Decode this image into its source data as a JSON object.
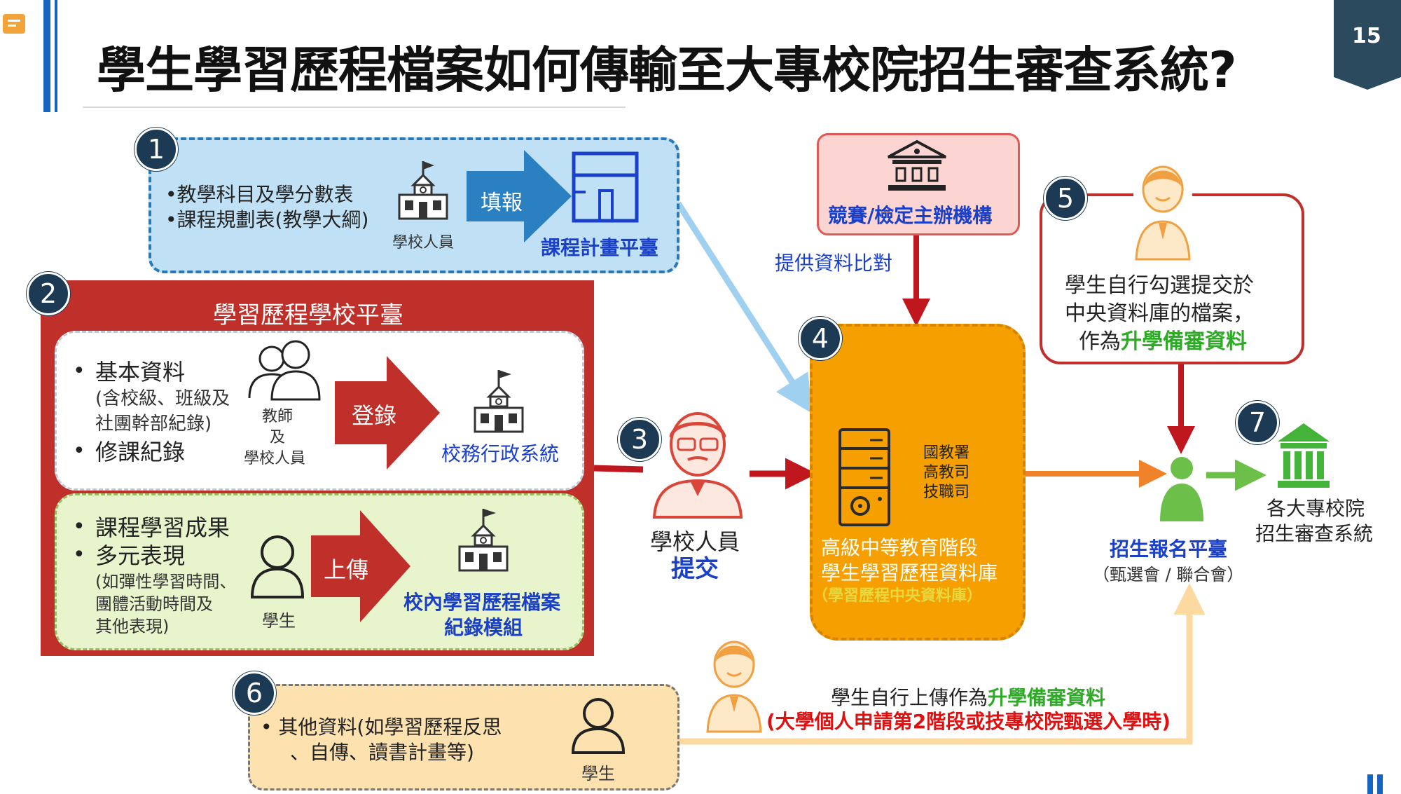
{
  "page": {
    "title": "學生學習歷程檔案如何傳輸至大專校院招生審查系統?",
    "page_number": "15"
  },
  "colors": {
    "navy": "#1d3a55",
    "accent_bar": "#1565c0",
    "red": "#c0302a",
    "orange": "#f5a000",
    "text_blue": "#1a3fc8",
    "text_green": "#2eaa27"
  },
  "step1": {
    "number": "1",
    "items": [
      "•教學科目及學分數表",
      "•課程規劃表(教學大綱)"
    ],
    "actor": "學校人員",
    "action": "填報",
    "target": "課程計畫平臺"
  },
  "step2": {
    "number": "2",
    "header": "學習歷程學校平臺",
    "upper": {
      "item1": "基本資料",
      "item1_detail": [
        "(含校級、班級及",
        "社團幹部紀錄)"
      ],
      "item2": "修課紀錄",
      "actor": [
        "教師",
        "及",
        "學校人員"
      ],
      "action": "登錄",
      "target": "校務行政系統"
    },
    "lower": {
      "item1": "課程學習成果",
      "item2": "多元表現",
      "item2_detail": [
        "(如彈性學習時間、",
        "團體活動時間及",
        "其他表現)"
      ],
      "actor": "學生",
      "action": "上傳",
      "target": [
        "校內學習歷程檔案",
        "紀錄模組"
      ]
    }
  },
  "step3": {
    "number": "3",
    "actor": "學校人員",
    "action": "提交"
  },
  "step4": {
    "number": "4",
    "agencies": [
      "國教署",
      "高教司",
      "技職司"
    ],
    "name": [
      "高級中等教育階段",
      "學生學習歷程資料庫"
    ],
    "subname": "（學習歷程中央資料庫）"
  },
  "competition": {
    "name": "競賽/檢定主辦機構",
    "label": "提供資料比對"
  },
  "step5": {
    "number": "5",
    "lines": [
      "學生自行勾選提交於",
      "中央資料庫的檔案，"
    ],
    "line3_prefix": "作為",
    "line3_highlight": "升學備審資料"
  },
  "step6": {
    "number": "6",
    "items": [
      "•  其他資料(如學習歷程反思",
      "、自傳、讀書計畫等)"
    ],
    "actor": "學生",
    "upload_prefix": "學生自行上傳作為",
    "upload_highlight": "升學備審資料",
    "condition": "(大學個人申請第2階段或技專校院甄選入學時)"
  },
  "platform": {
    "name": "招生報名平臺",
    "sub": "（甄選會 / 聯合會）"
  },
  "step7": {
    "number": "7",
    "name": [
      "各大專校院",
      "招生審查系統"
    ]
  }
}
